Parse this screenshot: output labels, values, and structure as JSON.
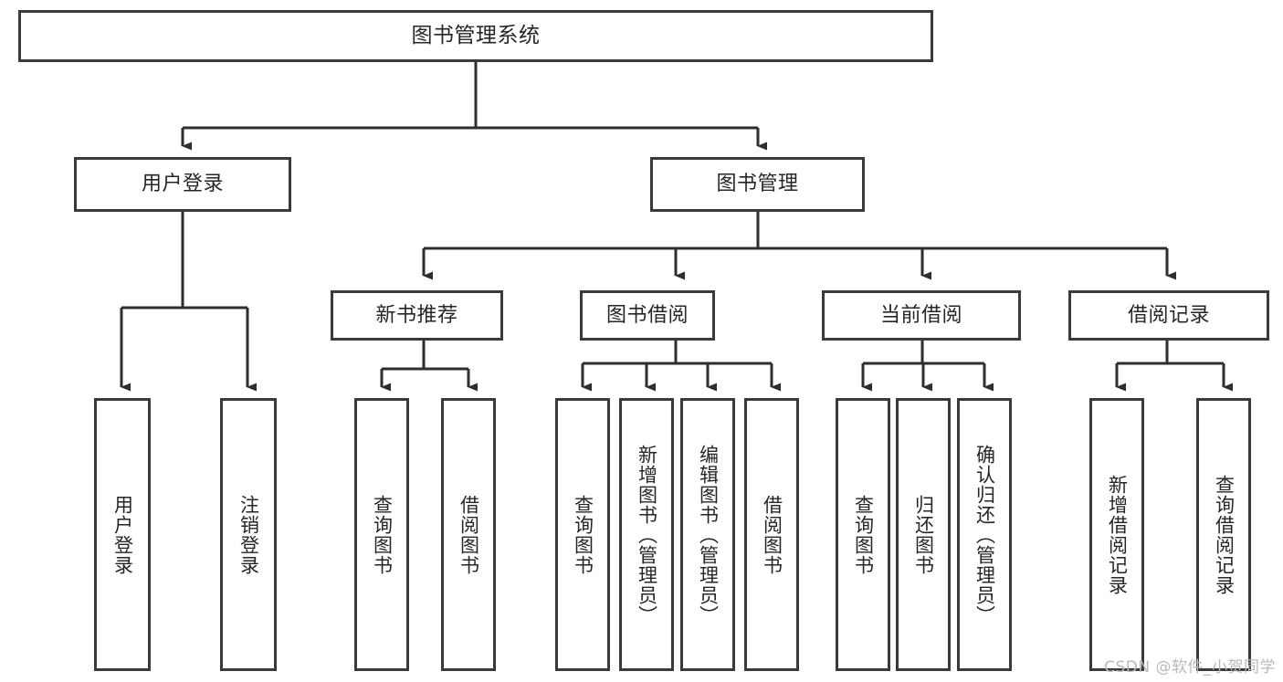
{
  "diagram": {
    "title": "图书管理系统",
    "watermark": "CSDN @软件_小贺同学",
    "stroke_color": "#3a3a3a",
    "text_color": "#262626",
    "background_color": "#ffffff",
    "watermark_color": "#b9b9b9",
    "levels": {
      "root": {
        "label": "图书管理系统"
      },
      "level1": [
        {
          "label": "用户登录"
        },
        {
          "label": "图书管理"
        }
      ],
      "level2": [
        {
          "label": "新书推荐"
        },
        {
          "label": "图书借阅"
        },
        {
          "label": "当前借阅"
        },
        {
          "label": "借阅记录"
        }
      ],
      "leaves": {
        "user_login": [
          {
            "label": "用户登录"
          },
          {
            "label": "注销登录"
          }
        ],
        "new_book_recommend": [
          {
            "label": "查询图书"
          },
          {
            "label": "借阅图书"
          }
        ],
        "book_borrow": [
          {
            "label": "查询图书"
          },
          {
            "label": "新增图书（管理员）"
          },
          {
            "label": "编辑图书（管理员）"
          },
          {
            "label": "借阅图书"
          }
        ],
        "current_borrow": [
          {
            "label": "查询图书"
          },
          {
            "label": "归还图书"
          },
          {
            "label": "确认归还（管理员）"
          }
        ],
        "borrow_record": [
          {
            "label": "新增借阅记录"
          },
          {
            "label": "查询借阅记录"
          }
        ]
      }
    }
  }
}
